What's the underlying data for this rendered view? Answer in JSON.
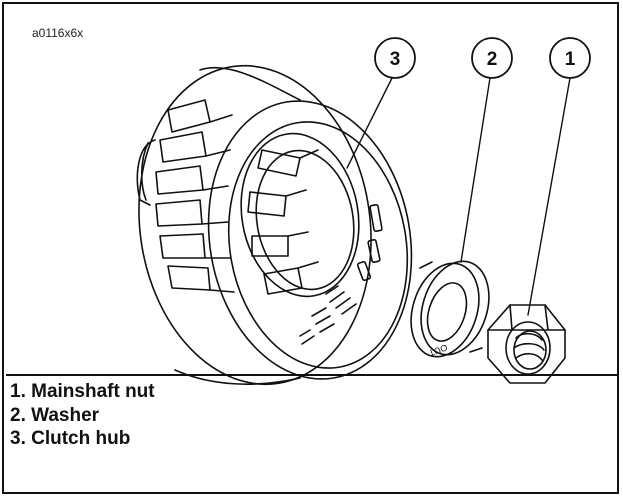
{
  "figure_id": "a0116x6x",
  "callouts": [
    {
      "number": "3"
    },
    {
      "number": "2"
    },
    {
      "number": "1"
    }
  ],
  "legend": [
    "1. Mainshaft nut",
    "2. Washer",
    "3. Clutch hub"
  ],
  "washer_marking": "OUT",
  "colors": {
    "line": "#111111",
    "background": "#ffffff"
  }
}
